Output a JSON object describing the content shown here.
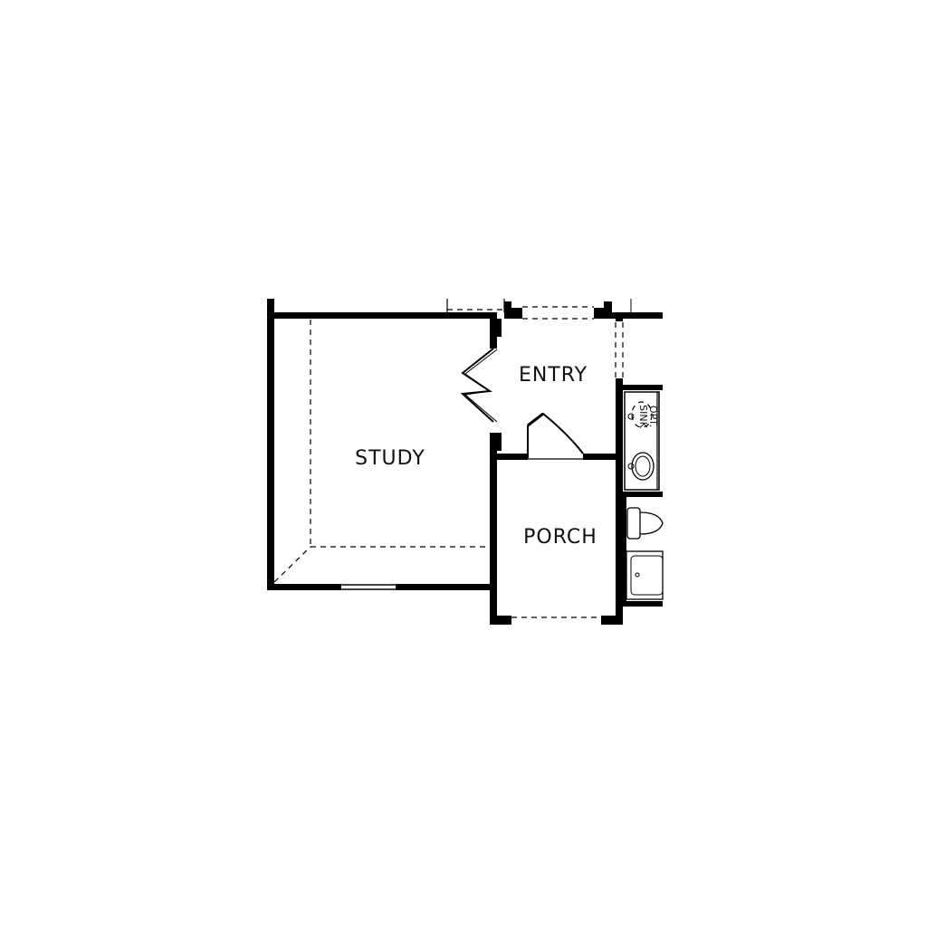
{
  "plan": {
    "rooms": {
      "study": "STUDY",
      "entry": "ENTRY",
      "porch": "PORCH"
    },
    "fixtures": {
      "opt_sink_line1": "OPT.",
      "opt_sink_line2": "SINK"
    }
  }
}
